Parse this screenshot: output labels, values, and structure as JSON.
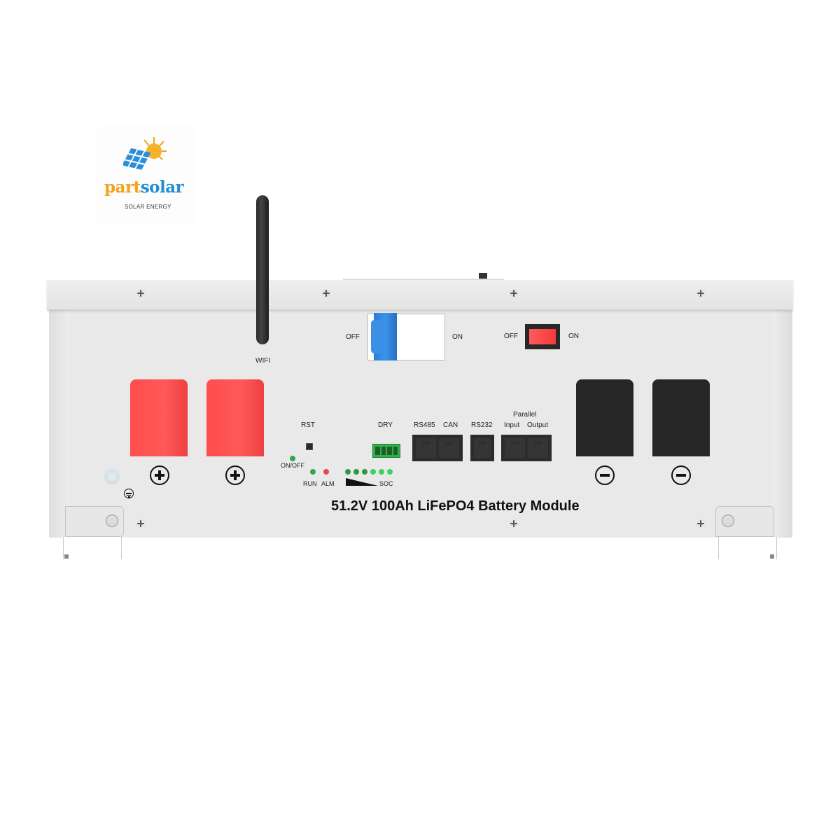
{
  "logo": {
    "brand_part1": "part",
    "brand_part2": "solar",
    "tagline": "SOLAR ENERGY",
    "colors": {
      "orange": "#f3a21b",
      "blue": "#1f8fcf"
    }
  },
  "device": {
    "title": "51.2V 100Ah LiFePO4 Battery Module",
    "antenna_label": "WIFI",
    "breaker": {
      "off_label": "OFF",
      "on_label": "ON",
      "state": "OFF",
      "color": "#2b7ed6"
    },
    "power_switch": {
      "off_label": "OFF",
      "on_label": "ON",
      "color": "#f43a3a"
    },
    "indicators": {
      "rst_label": "RST",
      "onoff_label": "ON/OFF",
      "run_label": "RUN",
      "alm_label": "ALM",
      "soc_label": "SOC",
      "dry_label": "DRY",
      "led_green": "#2fa84a",
      "led_red": "#e84848",
      "soc_leds": 6
    },
    "ports": {
      "rs485": "RS485",
      "can": "CAN",
      "rs232": "RS232",
      "parallel": "Parallel",
      "input": "Input",
      "output": "Output"
    },
    "terminals": {
      "positive": [
        "+",
        "+"
      ],
      "negative": [
        "-",
        "-"
      ],
      "positive_color": "#ff4d4d",
      "negative_color": "#262626"
    }
  }
}
